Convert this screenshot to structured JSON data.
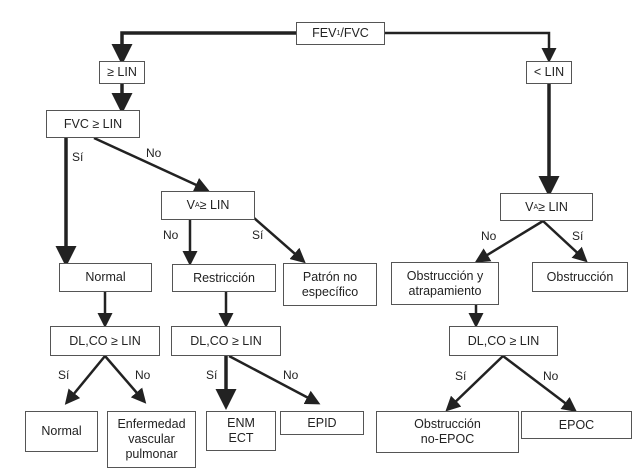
{
  "nodes": {
    "root": {
      "pre": "FEV",
      "sub": "1",
      "post": "/FVC"
    },
    "ge_lin": "≥ LIN",
    "lt_lin": "< LIN",
    "fvc": "FVC ≥ LIN",
    "va_left": {
      "pre": "V",
      "sub": "A",
      "post": " ≥ LIN"
    },
    "normal_mid": "Normal",
    "restriccion": "Restricción",
    "patron": "Patrón no específico",
    "dlco_1": "DL,CO ≥ LIN",
    "dlco_2": "DL,CO ≥ LIN",
    "normal_bottom": "Normal",
    "enfermedad": "Enfermedad vascular pulmonar",
    "enm_ect": "ENM ECT",
    "epid": "EPID",
    "va_right": {
      "pre": "V",
      "sub": "A",
      "post": " ≥ LIN"
    },
    "obst_atrap": "Obstrucción y atrapamiento",
    "obstruccion": "Obstrucción",
    "dlco_3": "DL,CO ≥ LIN",
    "obst_no_epoc": "Obstrucción no-EPOC",
    "epoc": "EPOC"
  },
  "labels": {
    "fvc_si": "Sí",
    "fvc_no": "No",
    "va_left_no": "No",
    "va_left_si": "Sí",
    "dlco1_si": "Sí",
    "dlco1_no": "No",
    "dlco2_si": "Sí",
    "dlco2_no": "No",
    "va_right_no": "No",
    "va_right_si": "Sí",
    "dlco3_si": "Sí",
    "dlco3_no": "No"
  }
}
